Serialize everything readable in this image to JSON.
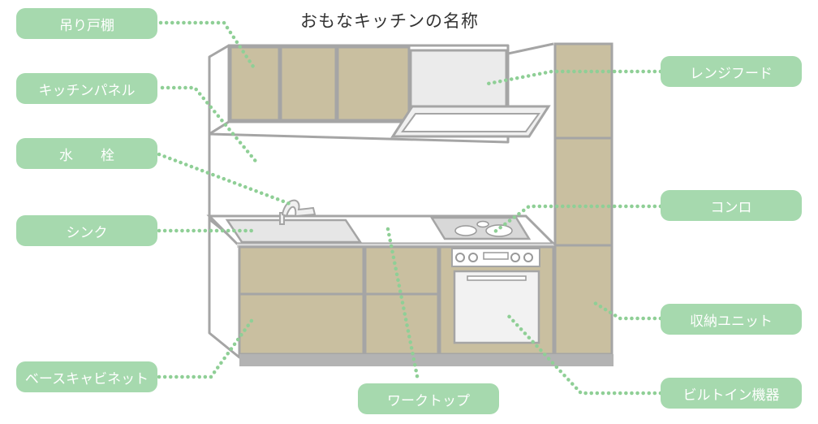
{
  "title": "おもなキッチンの名称",
  "colors": {
    "label_bg": "#a6d9ae",
    "label_text": "#ffffff",
    "cabinet_fill": "#c9bfa0",
    "outline": "#a5a5a5",
    "leader": "#8fcf96"
  },
  "labels": {
    "tsuri_todana": "吊り戸棚",
    "kitchen_panel": "キッチンパネル",
    "suisen": "水　　栓",
    "sink": "シンク",
    "base_cabinet": "ベースキャビネット",
    "range_hood": "レンジフード",
    "konro": "コンロ",
    "storage_unit": "収納ユニット",
    "builtin": "ビルトイン機器",
    "worktop": "ワークトップ"
  }
}
